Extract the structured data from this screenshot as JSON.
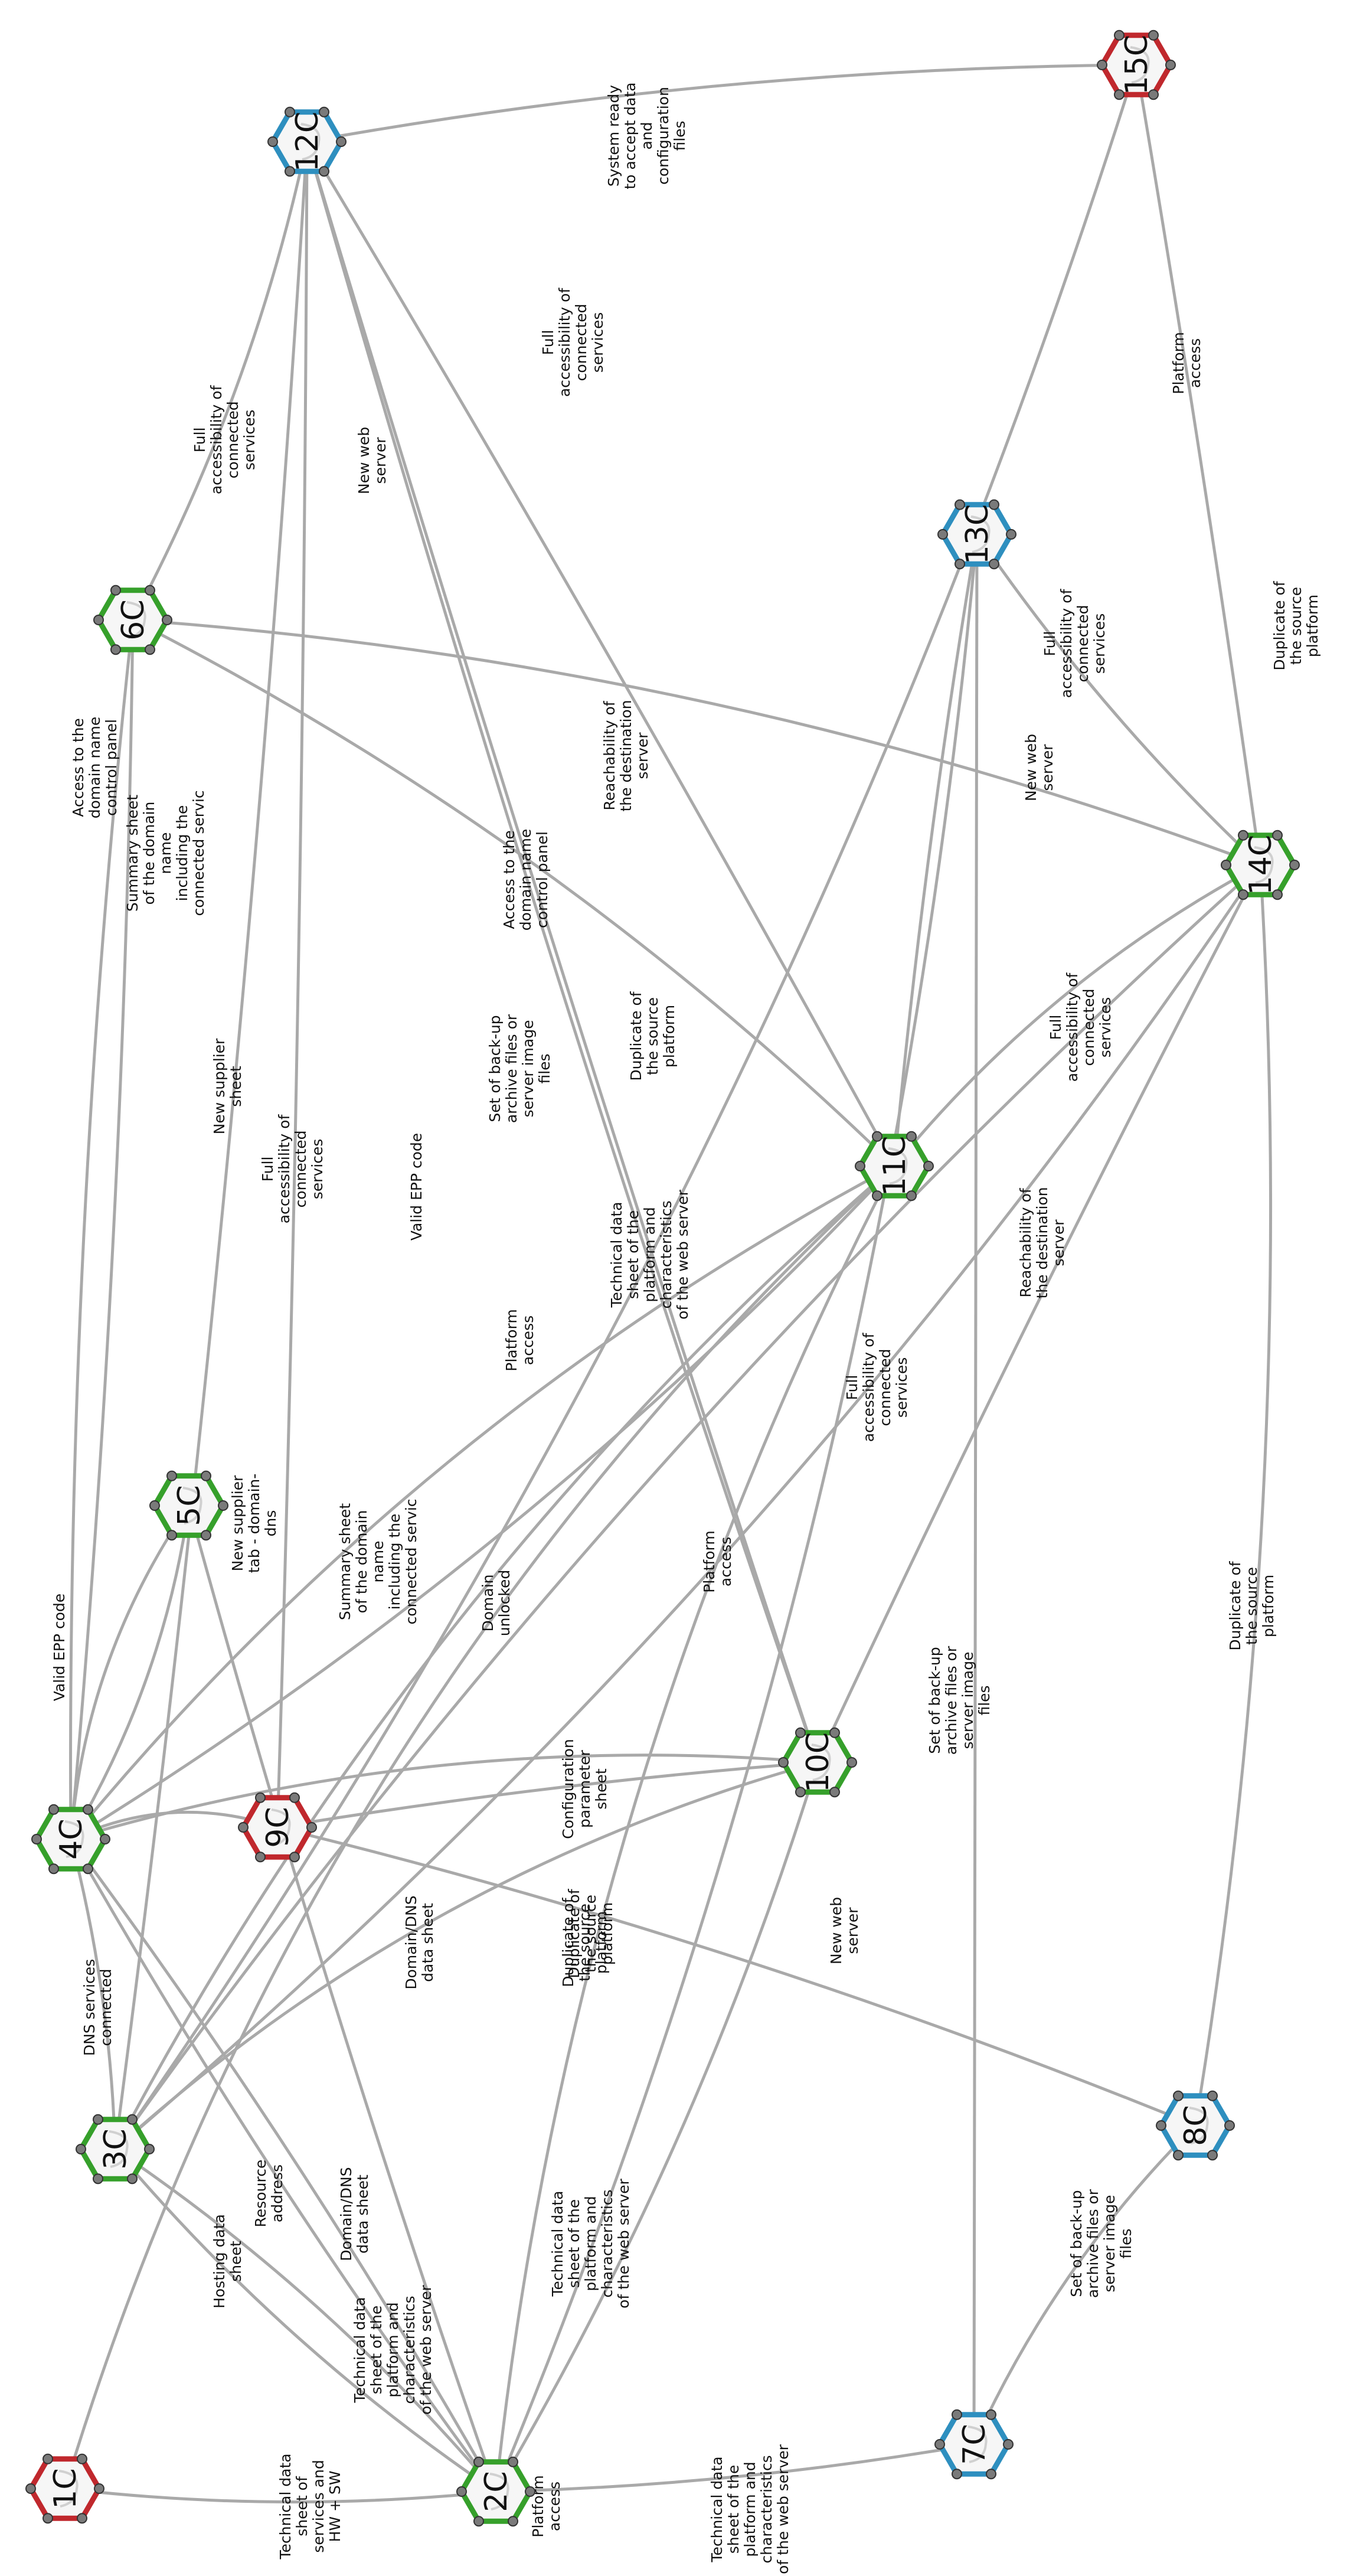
{
  "nodes": [
    {
      "id": "n1",
      "label": "1C",
      "color": "#c0282d"
    },
    {
      "id": "n2",
      "label": "2C",
      "color": "#36a02b"
    },
    {
      "id": "n3",
      "label": "3C",
      "color": "#36a02b"
    },
    {
      "id": "n4",
      "label": "4C",
      "color": "#36a02b"
    },
    {
      "id": "n5",
      "label": "5C",
      "color": "#36a02b"
    },
    {
      "id": "n6",
      "label": "6C",
      "color": "#36a02b"
    },
    {
      "id": "n7",
      "label": "7C",
      "color": "#2e8fbf"
    },
    {
      "id": "n8",
      "label": "8C",
      "color": "#2e8fbf"
    },
    {
      "id": "n9",
      "label": "9C",
      "color": "#c0282d"
    },
    {
      "id": "n10",
      "label": "10C",
      "color": "#36a02b"
    },
    {
      "id": "n11",
      "label": "11C",
      "color": "#36a02b"
    },
    {
      "id": "n12",
      "label": "12C",
      "color": "#2e8fbf"
    },
    {
      "id": "n13",
      "label": "13C",
      "color": "#2e8fbf"
    },
    {
      "id": "n14",
      "label": "14C",
      "color": "#36a02b"
    },
    {
      "id": "n15",
      "label": "15C",
      "color": "#c0282d"
    }
  ],
  "edges": [
    {
      "from": "n1",
      "to": "n2",
      "label": [
        "Technical data",
        "sheet of",
        "services and",
        "HW + SW"
      ]
    },
    {
      "from": "n3",
      "to": "n2",
      "label": [
        "Hosting data",
        "sheet"
      ]
    },
    {
      "from": "n3",
      "to": "n2",
      "label": [
        "Technical data",
        "sheet of the",
        "platform and",
        "characteristics",
        "of the web server"
      ]
    },
    {
      "from": "n4",
      "to": "n2",
      "label": [
        "Resource",
        "address"
      ]
    },
    {
      "from": "n4",
      "to": "n2",
      "label": [
        "Domain/DNS",
        "data sheet"
      ]
    },
    {
      "from": "n5",
      "to": "n2",
      "label": [
        "Domain/DNS",
        "data sheet"
      ]
    },
    {
      "from": "n10",
      "to": "n2",
      "label": [
        "Technical data",
        "sheet of the",
        "platform and",
        "characteristics",
        "of the web server"
      ]
    },
    {
      "from": "n2",
      "to": "n7",
      "label": [
        "Technical data",
        "sheet of the",
        "platform and",
        "characteristics",
        "of the web server"
      ]
    },
    {
      "from": "n13",
      "to": "n2",
      "label": [
        "Platform",
        "access"
      ]
    },
    {
      "from": "n8",
      "to": "n7",
      "label": [
        "Set of back-up",
        "archive files or",
        "server image",
        "files"
      ]
    },
    {
      "from": "n13",
      "to": "n7",
      "label": [
        "Set of back-up",
        "archive files or",
        "server image",
        "files"
      ]
    },
    {
      "from": "n14",
      "to": "n8",
      "label": [
        "Duplicate of",
        "the source",
        "platform"
      ]
    },
    {
      "from": "n9",
      "to": "n8",
      "label": [
        "Duplicate of",
        "the source",
        "platform"
      ]
    },
    {
      "from": "n4",
      "to": "n3",
      "label": [
        "DNS services",
        "connected"
      ]
    },
    {
      "from": "n4",
      "to": "n10",
      "label": [
        "New web",
        "server"
      ]
    },
    {
      "from": "n4",
      "to": "n5",
      "label": [
        "Valid EPP code"
      ]
    },
    {
      "from": "n6",
      "to": "n4",
      "label": [
        "Access to the",
        "domain name",
        "control panel"
      ]
    },
    {
      "from": "n6",
      "to": "n4",
      "label": [
        "Summary sheet",
        "of the domain",
        "name",
        "including the",
        "connected servic"
      ]
    },
    {
      "from": "n4",
      "to": "n5",
      "label": [
        "New supplier",
        "tab - domain-",
        "dns"
      ]
    },
    {
      "from": "n4",
      "to": "n11",
      "label": [
        "Valid EPP code"
      ]
    },
    {
      "from": "n9",
      "to": "n10",
      "label": [
        "Configuration",
        "parameter",
        "sheet"
      ]
    },
    {
      "from": "n4",
      "to": "n9",
      "label": [
        "Summary sheet",
        "of the domain",
        "name",
        "including the",
        "connected servic"
      ]
    },
    {
      "from": "n4",
      "to": "n11",
      "label": [
        "Domain",
        "unlocked"
      ]
    },
    {
      "from": "n12",
      "to": "n6",
      "label": [
        "Full",
        "accessibility of",
        "connected",
        "services"
      ]
    },
    {
      "from": "n12",
      "to": "n9",
      "label": [
        "New web",
        "server"
      ]
    },
    {
      "from": "n12",
      "to": "n11",
      "label": [
        "Full",
        "accessibility of",
        "connected",
        "services"
      ]
    },
    {
      "from": "n15",
      "to": "n12",
      "label": [
        "System ready",
        "to accept data",
        "and",
        "configuration",
        "files"
      ]
    },
    {
      "from": "n12",
      "to": "n10",
      "label": [
        "Set of back-up",
        "archive files or",
        "server image",
        "files"
      ]
    },
    {
      "from": "n12",
      "to": "n10",
      "label": [
        "Reachability of",
        "the destination",
        "server"
      ]
    },
    {
      "from": "n6",
      "to": "n11",
      "label": [
        "Access to the",
        "domain name",
        "control panel"
      ]
    },
    {
      "from": "n15",
      "to": "n14",
      "label": [
        "Platform",
        "access"
      ]
    },
    {
      "from": "n13",
      "to": "n11",
      "label": [
        "New web",
        "server"
      ]
    },
    {
      "from": "n6",
      "to": "n14",
      "label": [
        "Full",
        "accessibility of",
        "connected",
        "services"
      ]
    },
    {
      "from": "n13",
      "to": "n14",
      "label": [
        "Duplicate of",
        "the source",
        "platform"
      ]
    },
    {
      "from": "n11",
      "to": "n14",
      "label": [
        "Full",
        "accessibility of",
        "connected",
        "services"
      ]
    },
    {
      "from": "n14",
      "to": "n10",
      "label": [
        "Reachability of",
        "the destination",
        "server"
      ]
    },
    {
      "from": "n3",
      "to": "n14",
      "label": [
        "Full",
        "accessibility of",
        "connected",
        "services"
      ]
    },
    {
      "from": "n3",
      "to": "n15",
      "label": [
        "Duplicate of",
        "the source",
        "platform"
      ]
    },
    {
      "from": "n3",
      "to": "n11",
      "label": [
        "Full",
        "accessibility of",
        "connected",
        "services"
      ]
    },
    {
      "from": "n3",
      "to": "n12",
      "label": [
        "New supplier",
        "sheet"
      ]
    },
    {
      "from": "n3",
      "to": "n14",
      "label": [
        "Platform",
        "access"
      ]
    },
    {
      "from": "n1",
      "to": "n11",
      "label": [
        "Platform",
        "access"
      ]
    },
    {
      "from": "n3",
      "to": "n10",
      "label": [
        "Duplicate of",
        "the source",
        "platform"
      ]
    },
    {
      "from": "n2",
      "to": "n11",
      "label": [
        "Technical data",
        "sheet of the",
        "platform and",
        "characteristics",
        "of the web server"
      ]
    }
  ]
}
